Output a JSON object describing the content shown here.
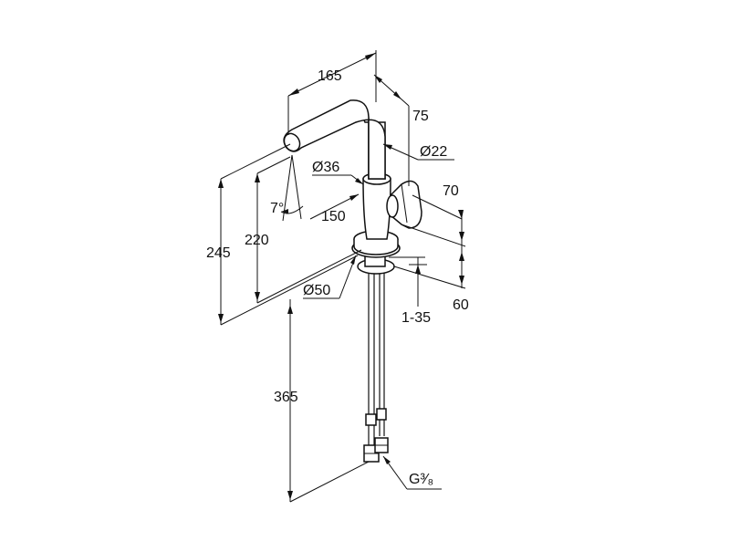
{
  "dimensions": {
    "d165": "165",
    "d75": "75",
    "d22": "Ø22",
    "d36": "Ø36",
    "d70": "70",
    "d7": "7°",
    "d220": "220",
    "d150": "150",
    "d245": "245",
    "d50": "Ø50",
    "d1_35": "1-35",
    "d60": "60",
    "d365": "365",
    "g38": "G³⁄₈"
  },
  "colors": {
    "line": "#111111",
    "background": "#ffffff"
  }
}
